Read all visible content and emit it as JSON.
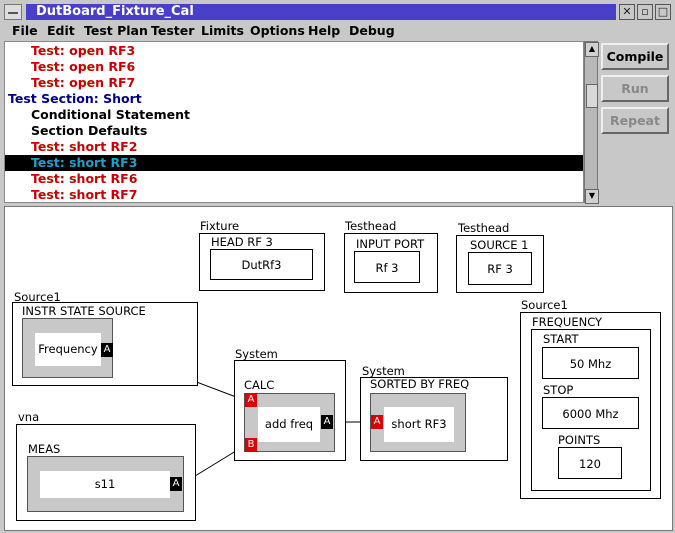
{
  "window": {
    "title": "DutBoard_Fixture_Cal"
  },
  "menu": [
    "File",
    "Edit",
    "Test Plan",
    "Tester",
    "Limits",
    "Options",
    "Help",
    "Debug"
  ],
  "test_list": [
    {
      "text": "Test: open RF3",
      "color": "#cc0000",
      "indent": true,
      "selected": false
    },
    {
      "text": "Test: open RF6",
      "color": "#cc0000",
      "indent": true,
      "selected": false
    },
    {
      "text": "Test: open RF7",
      "color": "#cc0000",
      "indent": true,
      "selected": false
    },
    {
      "text": "Test Section: Short",
      "color": "#00008b",
      "indent": false,
      "selected": false
    },
    {
      "text": "Conditional Statement",
      "color": "#000000",
      "indent": true,
      "selected": false
    },
    {
      "text": "Section Defaults",
      "color": "#000000",
      "indent": true,
      "selected": false
    },
    {
      "text": "Test: short RF2",
      "color": "#cc0000",
      "indent": true,
      "selected": false
    },
    {
      "text": "Test: short RF3",
      "color": "#1fa0c8",
      "indent": true,
      "selected": true
    },
    {
      "text": "Test: short RF6",
      "color": "#cc0000",
      "indent": true,
      "selected": false
    },
    {
      "text": "Test: short RF7",
      "color": "#cc0000",
      "indent": true,
      "selected": false
    }
  ],
  "buttons": {
    "compile": {
      "label": "Compile",
      "enabled": true
    },
    "run": {
      "label": "Run",
      "enabled": false
    },
    "repeat": {
      "label": "Repeat",
      "enabled": false
    }
  },
  "diagram": {
    "fixture": {
      "group": "Fixture",
      "header": "HEAD RF 3",
      "value": "DutRf3"
    },
    "testhead_input": {
      "group": "Testhead",
      "header": "INPUT PORT",
      "value": "Rf 3"
    },
    "testhead_source": {
      "group": "Testhead",
      "header": "SOURCE 1",
      "value": "RF 3"
    },
    "source1_instr": {
      "group": "Source1",
      "header": "INSTR STATE SOURCE",
      "value": "Frequency",
      "port": "A"
    },
    "system_calc": {
      "group": "System",
      "header": "CALC",
      "value": "add freq",
      "port_in_a": "A",
      "port_in_b": "B",
      "port_out": "A"
    },
    "system_sorted": {
      "group": "System",
      "header": "SORTED BY FREQ",
      "value": "short RF3",
      "port_in": "A"
    },
    "vna_meas": {
      "group": "vna",
      "header": "MEAS",
      "value": "s11",
      "port": "A"
    },
    "source1_freq": {
      "group": "Source1",
      "header": "FREQUENCY",
      "start_label": "START",
      "start_value": "50  Mhz",
      "stop_label": "STOP",
      "stop_value": "6000 Mhz",
      "points_label": "POINTS",
      "points_value": "120"
    }
  }
}
